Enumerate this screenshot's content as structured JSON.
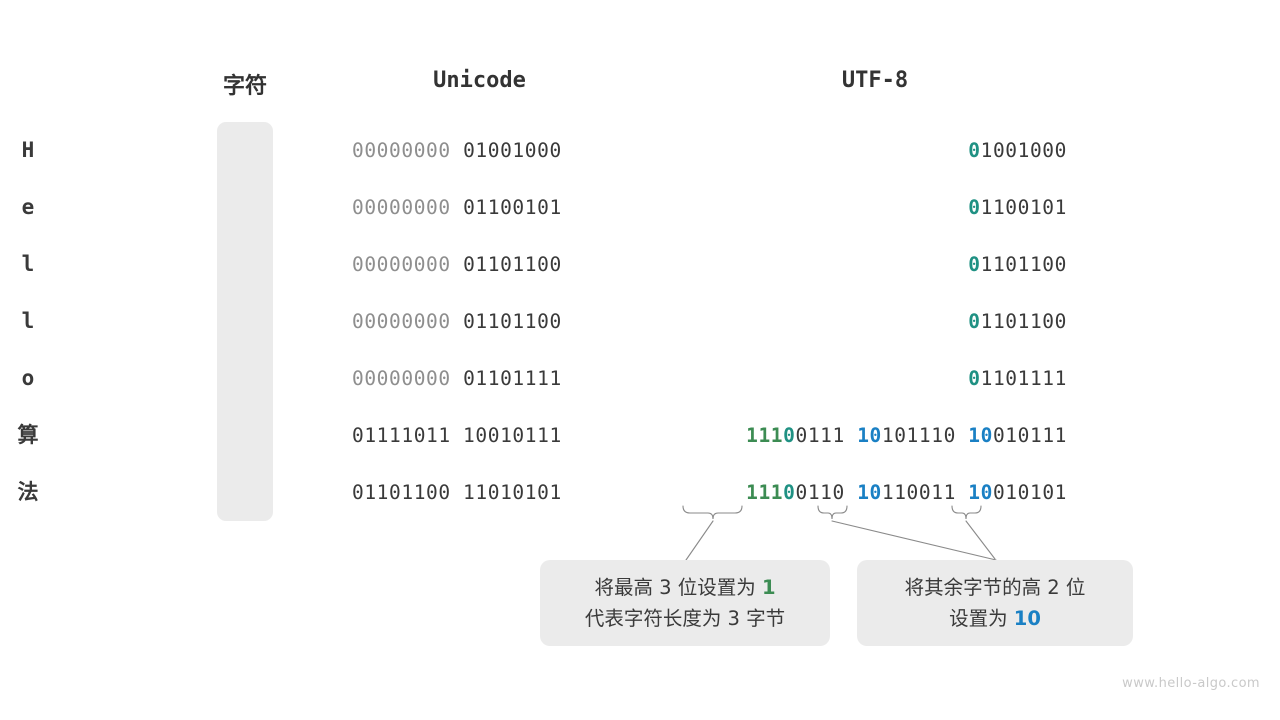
{
  "headers": {
    "char": "字符",
    "unicode": "Unicode",
    "utf8": "UTF-8"
  },
  "colors": {
    "green": "#3c8c53",
    "teal": "#1f9183",
    "blue": "#1a80c4",
    "dim": "#8e8e8e",
    "dark": "#3a3a3a",
    "box_bg": "#ebebeb",
    "watermark": "#c9c9c9"
  },
  "rows": [
    {
      "char": "H",
      "unicode_dim": "00000000 ",
      "unicode_dark": "01001000",
      "utf8_parts": [
        {
          "text": "0",
          "style": "teal"
        },
        {
          "text": "1001000",
          "style": "dark"
        }
      ]
    },
    {
      "char": "e",
      "unicode_dim": "00000000 ",
      "unicode_dark": "01100101",
      "utf8_parts": [
        {
          "text": "0",
          "style": "teal"
        },
        {
          "text": "1100101",
          "style": "dark"
        }
      ]
    },
    {
      "char": "l",
      "unicode_dim": "00000000 ",
      "unicode_dark": "01101100",
      "utf8_parts": [
        {
          "text": "0",
          "style": "teal"
        },
        {
          "text": "1101100",
          "style": "dark"
        }
      ]
    },
    {
      "char": "l",
      "unicode_dim": "00000000 ",
      "unicode_dark": "01101100",
      "utf8_parts": [
        {
          "text": "0",
          "style": "teal"
        },
        {
          "text": "1101100",
          "style": "dark"
        }
      ]
    },
    {
      "char": "o",
      "unicode_dim": "00000000 ",
      "unicode_dark": "01101111",
      "utf8_parts": [
        {
          "text": "0",
          "style": "teal"
        },
        {
          "text": "1101111",
          "style": "dark"
        }
      ]
    },
    {
      "char": "算",
      "unicode_dim": "",
      "unicode_dark": "01111011 10010111",
      "utf8_parts": [
        {
          "text": "111",
          "style": "green"
        },
        {
          "text": "0",
          "style": "teal"
        },
        {
          "text": "0111 ",
          "style": "dark"
        },
        {
          "text": "10",
          "style": "blue"
        },
        {
          "text": "101110 ",
          "style": "dark"
        },
        {
          "text": "10",
          "style": "blue"
        },
        {
          "text": "010111",
          "style": "dark"
        }
      ]
    },
    {
      "char": "法",
      "unicode_dim": "",
      "unicode_dark": "01101100 11010101",
      "utf8_parts": [
        {
          "text": "111",
          "style": "green"
        },
        {
          "text": "0",
          "style": "teal"
        },
        {
          "text": "0110 ",
          "style": "dark"
        },
        {
          "text": "10",
          "style": "blue"
        },
        {
          "text": "110011 ",
          "style": "dark"
        },
        {
          "text": "10",
          "style": "blue"
        },
        {
          "text": "010101",
          "style": "dark"
        }
      ]
    }
  ],
  "callouts": [
    {
      "id": "callout-1",
      "lines": [
        [
          {
            "text": "将最高 3 位设置为 ",
            "style": "plain"
          },
          {
            "text": "1",
            "style": "green"
          }
        ],
        [
          {
            "text": "代表字符长度为 3 字节",
            "style": "plain"
          }
        ]
      ]
    },
    {
      "id": "callout-2",
      "lines": [
        [
          {
            "text": "将其余字节的高 2 位",
            "style": "plain"
          }
        ],
        [
          {
            "text": "设置为 ",
            "style": "plain"
          },
          {
            "text": "10",
            "style": "blue"
          }
        ]
      ]
    }
  ],
  "watermark": "www.hello-algo.com"
}
